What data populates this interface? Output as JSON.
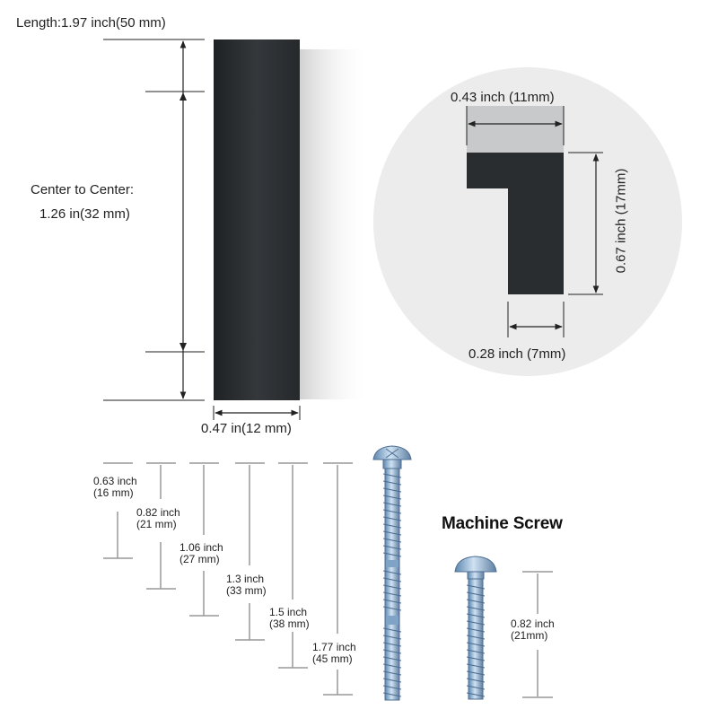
{
  "handle": {
    "length_label": "Length:1.97 inch(50 mm)",
    "center_label_line1": "Center to Center:",
    "center_label_line2": "1.26 in(32 mm)",
    "width_label": "0.47 in(12 mm)"
  },
  "profile": {
    "top_width_label": "0.43 inch (11mm)",
    "height_label": "0.67 inch (17mm)",
    "bottom_width_label": "0.28 inch (7mm)"
  },
  "screws": {
    "lengths": [
      {
        "inch": "0.63 inch",
        "mm": "(16 mm)"
      },
      {
        "inch": "0.82 inch",
        "mm": "(21 mm)"
      },
      {
        "inch": "1.06 inch",
        "mm": "(27 mm)"
      },
      {
        "inch": "1.3 inch",
        "mm": "(33 mm)"
      },
      {
        "inch": "1.5 inch",
        "mm": "(38 mm)"
      },
      {
        "inch": "1.77 inch",
        "mm": "(45 mm)"
      }
    ],
    "machine_title": "Machine Screw",
    "machine_inch": "0.82 inch",
    "machine_mm": "(21mm)"
  },
  "colors": {
    "handle": "#2e3133",
    "circle": "#ececec",
    "screw": "#8fb4d6",
    "line": "#222222",
    "grey_line": "#999999"
  }
}
